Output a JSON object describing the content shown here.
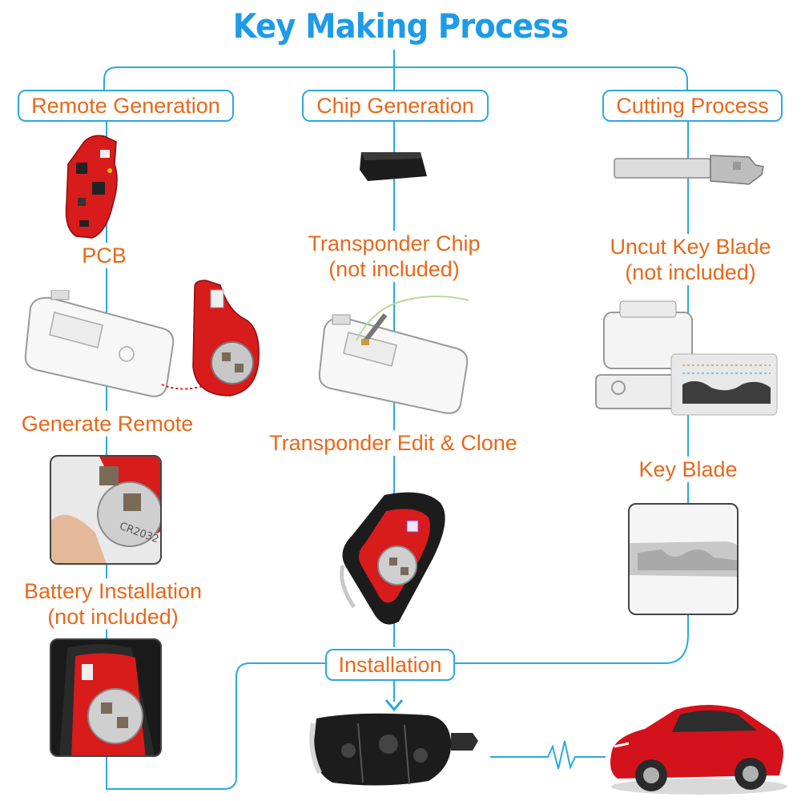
{
  "title": "Key Making Process",
  "columns": {
    "remote": {
      "header": "Remote Generation",
      "step_pcb": "PCB",
      "step_generate": "Generate Remote",
      "step_battery_line1": "Battery Installation",
      "step_battery_line2": "(not included)"
    },
    "chip": {
      "header": "Chip Generation",
      "step_chip_line1": "Transponder Chip",
      "step_chip_line2": "(not included)",
      "step_edit": "Transponder Edit & Clone"
    },
    "cutting": {
      "header": "Cutting Process",
      "step_blade_line1": "Uncut Key Blade",
      "step_blade_line2": "(not included)",
      "step_keyblade": "Key Blade"
    }
  },
  "installation": "Installation",
  "battery_text": "CR2032",
  "colors": {
    "title": "#1e9be8",
    "line": "#2aa9e0",
    "label": "#e8681a",
    "pcb": "#d81b1b",
    "car": "#d4121c"
  }
}
